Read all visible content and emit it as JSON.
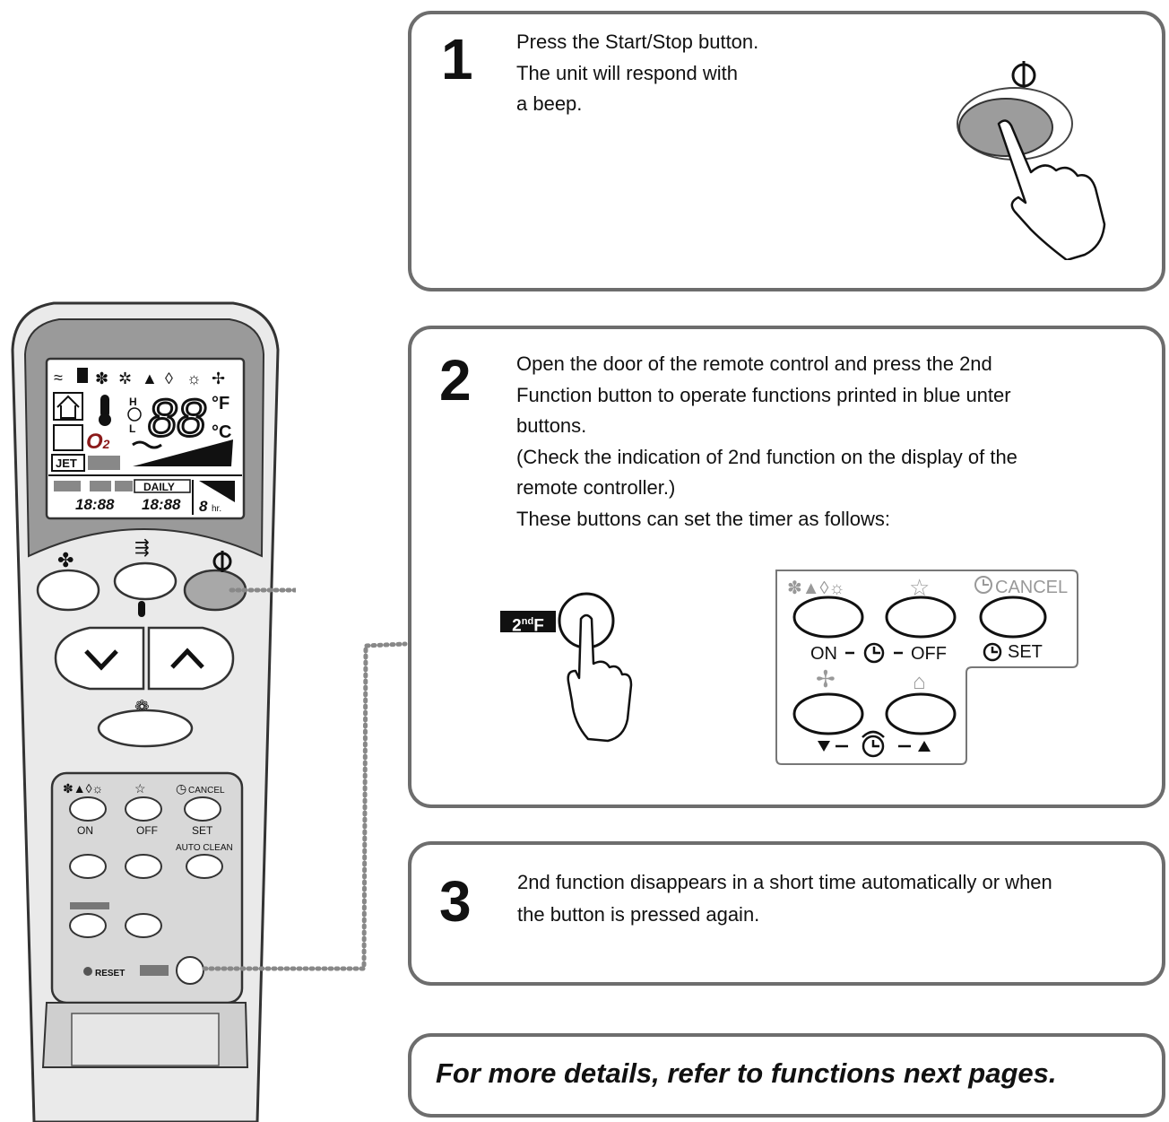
{
  "steps": [
    {
      "number": "1",
      "lines": [
        "Press the Start/Stop button.",
        "The unit will respond with",
        "a beep."
      ]
    },
    {
      "number": "2",
      "lines": [
        "Open the door of the remote control and press the 2nd",
        "Function button to operate functions printed in blue unter",
        "buttons.",
        "(Check the indication of 2nd function on the display of the",
        "remote controller.)",
        "These buttons can set the timer as follows:"
      ]
    },
    {
      "number": "3",
      "lines": [
        "2nd function disappears in a short time automatically or when",
        "the button is pressed again."
      ]
    }
  ],
  "note": "For more details, refer to functions next pages.",
  "second_function_badge": {
    "prefix": "2",
    "superscript": "nd",
    "suffix": "F"
  },
  "timer_panel": {
    "cancel_label": "CANCEL",
    "on_label": "ON",
    "off_label": "OFF",
    "set_label": "SET"
  },
  "remote": {
    "display_temp": "88",
    "unit_f": "°F",
    "unit_c": "°C",
    "jet_label": "JET",
    "daily_label": "DAILY",
    "time_a": "18:88",
    "time_b": "18:88",
    "hours": "8",
    "hours_unit": "hr.",
    "o2_label": "O",
    "o2_sub": "2",
    "hum_high": "H",
    "hum_low": "L",
    "panel_cancel": "CANCEL",
    "panel_on": "ON",
    "panel_off": "OFF",
    "panel_set": "SET",
    "auto_clean": "AUTO CLEAN",
    "reset_label": "RESET"
  }
}
